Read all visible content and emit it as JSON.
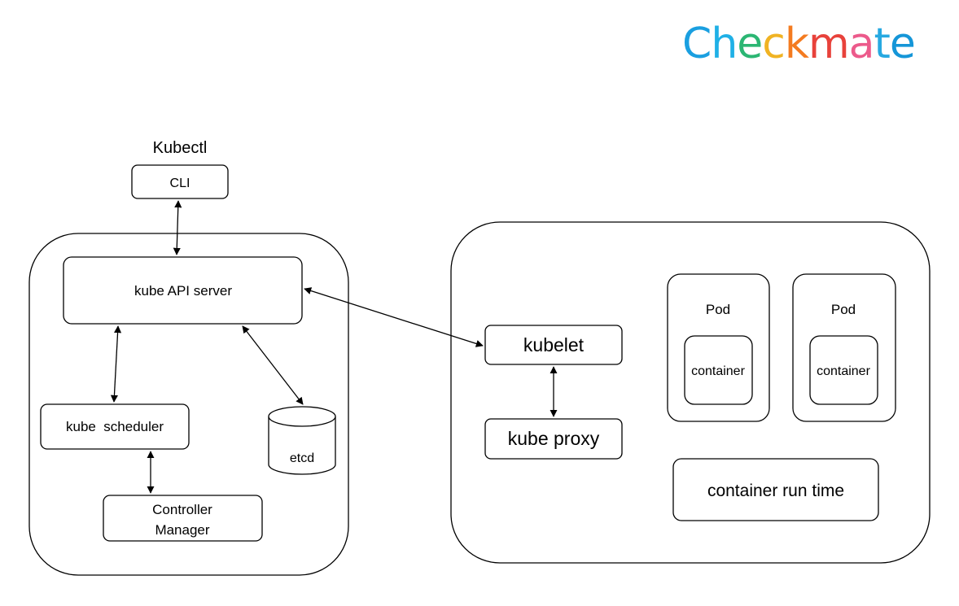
{
  "brand": {
    "text": "Checkmate",
    "colors": [
      "#1a9fe0",
      "#1fb0e6",
      "#2bb673",
      "#f0b323",
      "#f47b20",
      "#e8423b",
      "#ec5a8b",
      "#27a9e1",
      "#1596d8"
    ]
  },
  "nodes": {
    "kubectl": "Kubectl",
    "cli": "CLI",
    "api_server": "kube API server",
    "scheduler": "kube  scheduler",
    "controller_line1": "Controller",
    "controller_line2": "Manager",
    "etcd": "etcd",
    "kubelet": "kubelet",
    "kube_proxy": "kube proxy",
    "pod1": "Pod",
    "pod1_container": "container",
    "pod2": "Pod",
    "pod2_container": "container",
    "runtime": "container run time"
  },
  "edges": [
    {
      "from": "cli",
      "to": "api_server",
      "bidirectional": true
    },
    {
      "from": "api_server",
      "to": "kubelet",
      "bidirectional": true
    },
    {
      "from": "api_server",
      "to": "scheduler",
      "bidirectional": true
    },
    {
      "from": "api_server",
      "to": "etcd",
      "bidirectional": true
    },
    {
      "from": "scheduler",
      "to": "controller_manager",
      "bidirectional": true
    },
    {
      "from": "kubelet",
      "to": "kube_proxy",
      "bidirectional": true
    }
  ]
}
